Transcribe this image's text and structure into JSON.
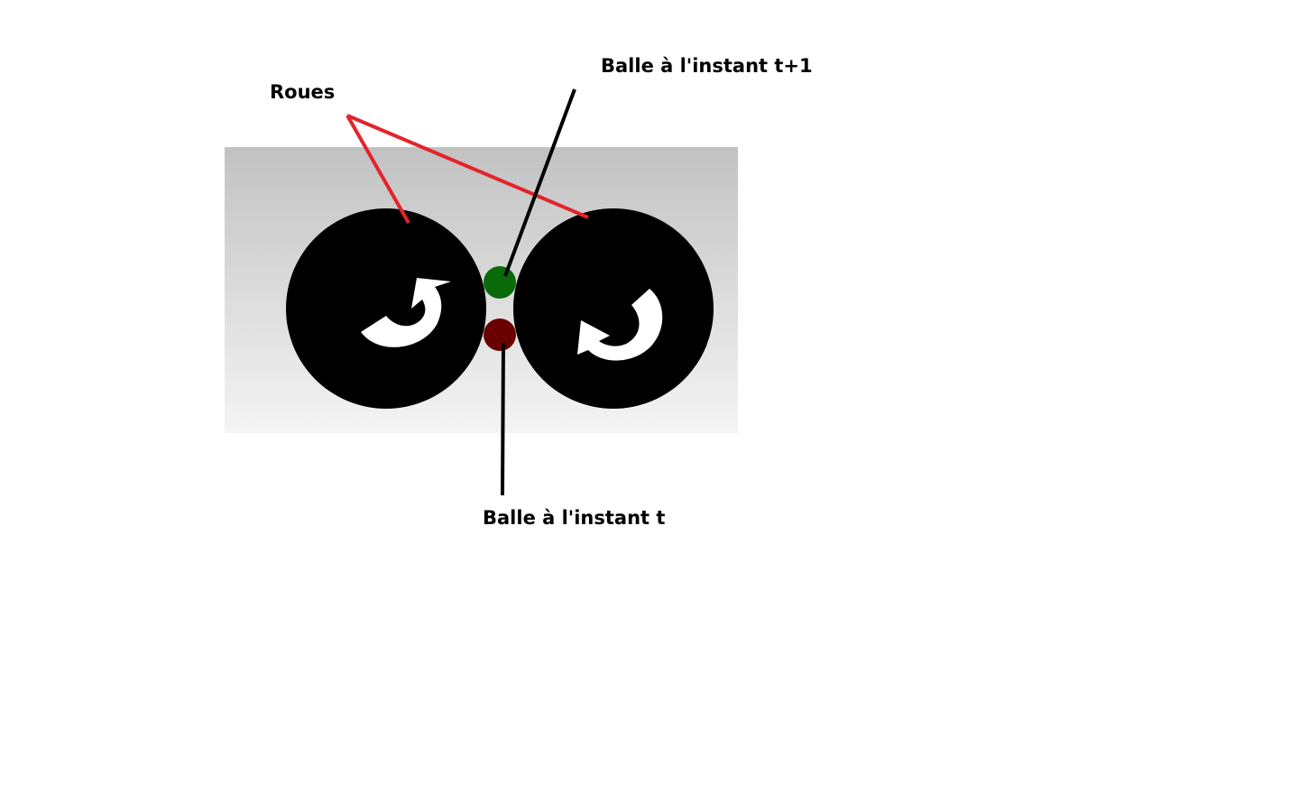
{
  "labels": {
    "wheels": "Roues",
    "ball_next": "Balle à l'instant t+1",
    "ball_now": "Balle à l'instant t"
  },
  "colors": {
    "background_panel_top": "#c2c2c2",
    "background_panel_bottom": "#f4f4f4",
    "wheel": "#000000",
    "rotation_arrow": "#ffffff",
    "ball_next": "#0a6a0a",
    "ball_now": "#6a0000",
    "wheel_pointer_lines": "#e3242b",
    "ball_pointer_lines": "#000000"
  }
}
